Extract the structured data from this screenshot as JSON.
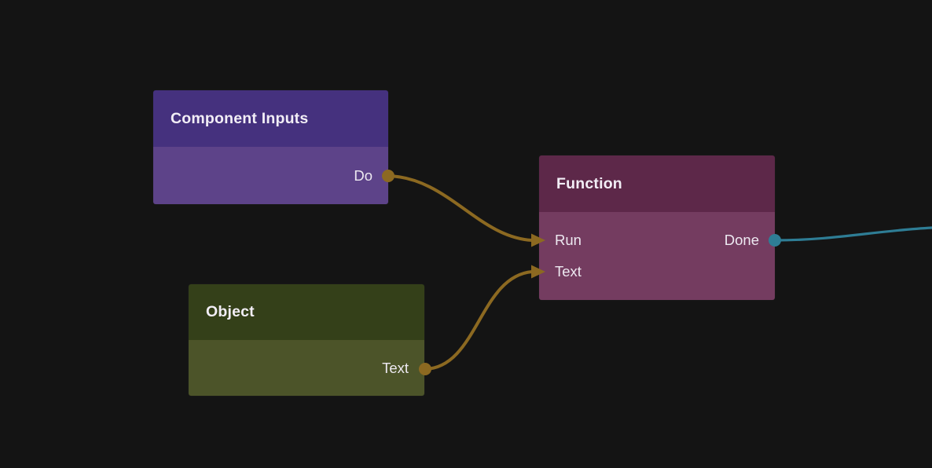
{
  "canvas": {
    "background": "#141414"
  },
  "nodes": {
    "component_inputs": {
      "title": "Component Inputs",
      "header_color": "#45317E",
      "body_color": "#5D4389",
      "outputs": {
        "do": "Do"
      }
    },
    "function": {
      "title": "Function",
      "header_color": "#5D2849",
      "body_color": "#743C60",
      "inputs": {
        "run": "Run",
        "text": "Text"
      },
      "outputs": {
        "done": "Done"
      }
    },
    "object": {
      "title": "Object",
      "header_color": "#344019",
      "body_color": "#4C5429",
      "outputs": {
        "text": "Text"
      }
    }
  },
  "wires": {
    "do_to_run": {
      "from": "Component Inputs.Do",
      "to": "Function.Run",
      "color": "#8C6921"
    },
    "text_to_text": {
      "from": "Object.Text",
      "to": "Function.Text",
      "color": "#8C6921"
    },
    "done_out": {
      "from": "Function.Done",
      "to": "off-canvas-right",
      "color": "#2E7D95"
    }
  },
  "ports": {
    "do_color": "#8C6921",
    "object_text_color": "#8C6921",
    "done_color": "#2E7D95"
  }
}
